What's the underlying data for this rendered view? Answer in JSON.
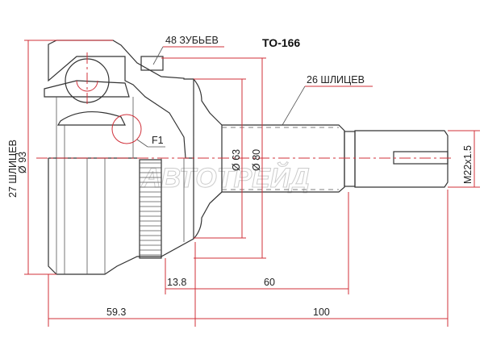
{
  "part_number": "TO-166",
  "labels": {
    "teeth": "48 ЗУБЬЕВ",
    "outer_splines": "26 ШЛИЦЕВ",
    "inner_splines": "27 ШЛИЦЕВ",
    "detail": "F1",
    "thread": "M22x1.5"
  },
  "dimensions": {
    "outer_diameter": "Ø 93",
    "flange_diameter": "Ø 80",
    "neck_diameter": "Ø 63",
    "abs_length": "13.8",
    "spline_length": "60",
    "housing_length": "59.3",
    "shaft_length": "100"
  },
  "watermark": "АВТОТРЕЙД",
  "colors": {
    "dimension": "#d0303a",
    "outline": "#333333"
  }
}
